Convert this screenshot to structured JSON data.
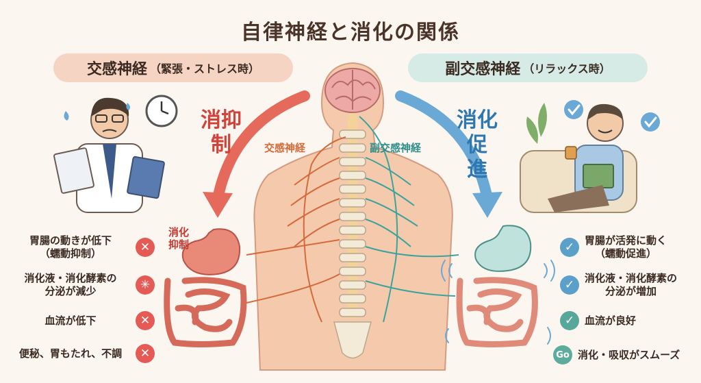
{
  "title": "自律神経と消化の関係",
  "sympathetic": {
    "label": "交感神経",
    "note": "（緊張・ストレス時）"
  },
  "parasympathetic": {
    "label": "副交感神経",
    "note": "（リラックス時）"
  },
  "inhibit_text": [
    "消抑",
    "制"
  ],
  "promote_text": [
    "消化",
    "促",
    "進"
  ],
  "nerve_left": "交感神経",
  "nerve_right": "副交感神経",
  "stomach_note": [
    "消化",
    "抑制"
  ],
  "left_effects": [
    {
      "lines": [
        "胃腸の動きが低下",
        "（蠕動抑制）"
      ],
      "icon": "x-icon"
    },
    {
      "lines": [
        "消化液・消化酵素の",
        "分泌が減少"
      ],
      "icon": "reduce-icon"
    },
    {
      "lines": [
        "血流が低下"
      ],
      "icon": "x-icon"
    },
    {
      "lines": [
        "便秘、胃もたれ、不調"
      ],
      "icon": "x-icon"
    }
  ],
  "right_effects": [
    {
      "lines": [
        "胃腸が活発に動く",
        "（蠕動促進）"
      ],
      "icon": "check-icon"
    },
    {
      "lines": [
        "消化液・消化酵素の",
        "分泌が増加"
      ],
      "icon": "check-icon"
    },
    {
      "lines": [
        "血流が良好"
      ],
      "icon": "check-icon"
    },
    {
      "lines": [
        "消化・吸収がスムーズ"
      ],
      "icon": "go-icon",
      "icon_text": "Go"
    }
  ],
  "colors": {
    "sympathetic": "#e45a54",
    "parasympathetic": "#5ba0c9",
    "nerve_orange": "#d56a3a",
    "nerve_teal": "#2f8e8a"
  }
}
